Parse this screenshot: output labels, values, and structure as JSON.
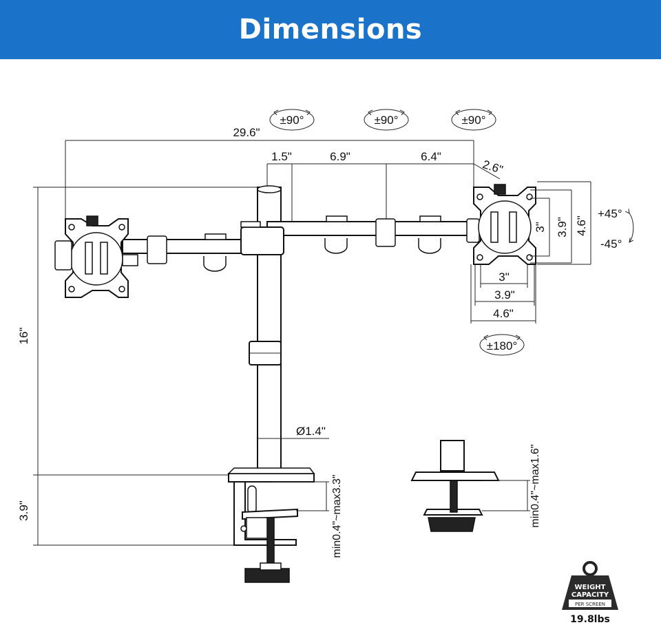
{
  "header": {
    "title": "Dimensions",
    "color": "#1a73c8"
  },
  "dimensions": {
    "total_width": "29.6\"",
    "arm_offset": "1.5\"",
    "arm_segment_1": "6.9\"",
    "arm_segment_2": "6.4\"",
    "plate_offset": "2.6\"",
    "pole_height": "16\"",
    "clamp_height": "3.9\"",
    "pole_diameter": "Ø1.4\"",
    "clamp_range": "min0.4\"~max3.3\"",
    "grommet_range": "min0.4\"~max1.6\""
  },
  "vesa": {
    "h_small": "3\"",
    "h_large": "3.9\"",
    "h_outer": "4.6\"",
    "v_small": "3\"",
    "v_large": "3.9\"",
    "v_outer": "4.6\""
  },
  "rotations": {
    "arm_left": "±90°",
    "arm_middle": "±90°",
    "arm_right": "±90°",
    "tilt_up": "+45°",
    "tilt_down": "-45°",
    "swivel": "±180°"
  },
  "weight_badge": {
    "line1": "WEIGHT",
    "line2": "CAPACITY",
    "line3": "PER SCREEN",
    "value": "19.8lbs"
  }
}
